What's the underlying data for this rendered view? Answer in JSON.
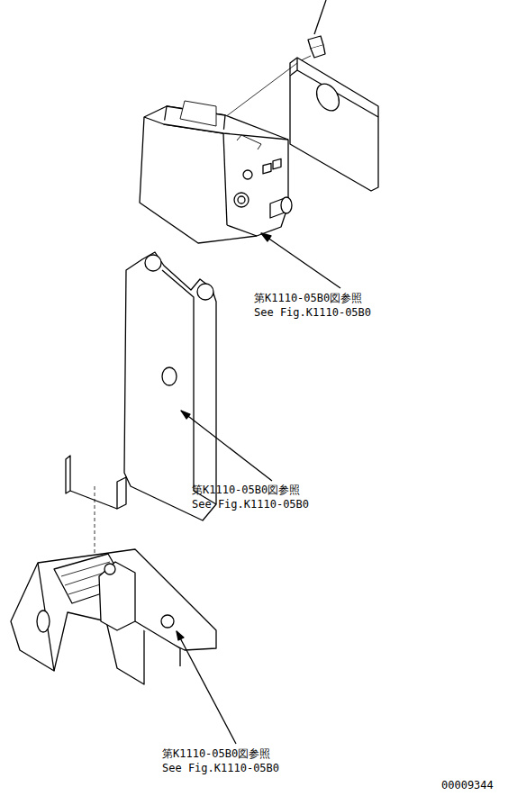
{
  "diagram": {
    "labels": [
      "第K1110-05B0図参照",
      "See Fig.K1110-05B0",
      "第K1110-05B0図参照",
      "See Fig.K1110-05B0",
      "第K1110-05B0図参照",
      "See Fig.K1110-05B0",
      "00009344"
    ]
  }
}
